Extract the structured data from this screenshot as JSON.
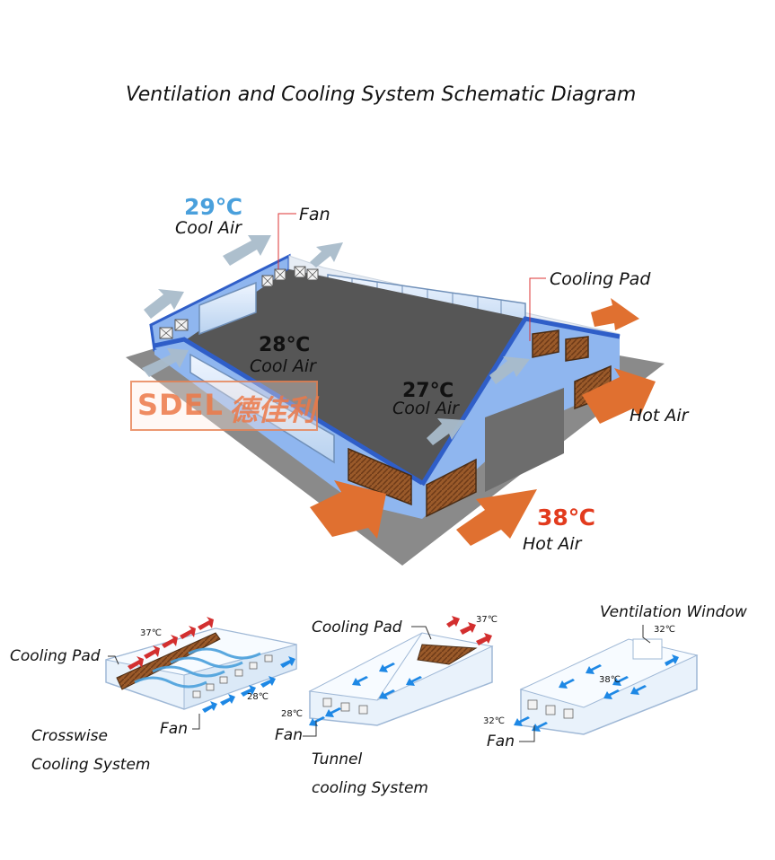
{
  "title": "Ventilation and Cooling System Schematic Diagram",
  "logo": {
    "text": "SDEL",
    "mark": "德佳利"
  },
  "main": {
    "temp_top": "29℃",
    "cool_air_top": "Cool Air",
    "fan_label": "Fan",
    "cooling_pad_label": "Cooling Pad",
    "temp_mid1": "28℃",
    "cool_air_mid1": "Cool Air",
    "temp_mid2": "27℃",
    "cool_air_mid2": "Cool Air",
    "hot_air_right": "Hot Air",
    "temp_hot": "38℃",
    "hot_air_bottom": "Hot Air"
  },
  "mini1": {
    "cooling_pad_label": "Cooling Pad",
    "temp_in": "37℃",
    "temp_out": "28℃",
    "fan_label": "Fan",
    "caption_line1": "Crosswise",
    "caption_line2": "Cooling System"
  },
  "mini2": {
    "cooling_pad_label": "Cooling Pad",
    "temp_in": "37℃",
    "temp_out": "28℃",
    "fan_label": "Fan",
    "caption_line1": "Tunnel",
    "caption_line2": "cooling System"
  },
  "mini3": {
    "window_label": "Ventilation Window",
    "temp_top": "32℃",
    "temp_mid": "38℃",
    "temp_out": "32℃",
    "fan_label": "Fan"
  },
  "colors": {
    "hot": "#e07030",
    "cool": "#4aa0dc",
    "wall": "#8fb6ef",
    "trim": "#2f5ec8",
    "roof": "#565656",
    "ground": "#8a8a8a",
    "arrow_grey": "#a9bccb",
    "pad_brown": "#8a4a22"
  }
}
